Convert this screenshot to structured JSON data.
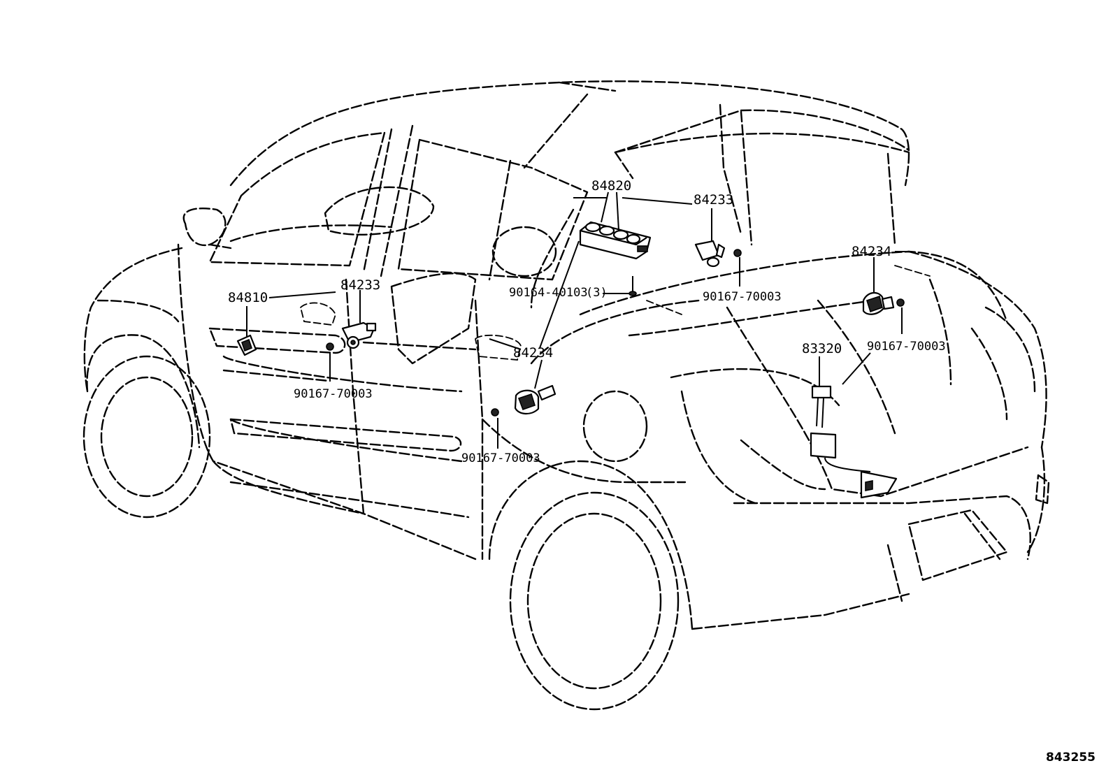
{
  "callouts": {
    "switch_assembly": "84820",
    "rear_switch": "84233",
    "rear_right_switch": "84234",
    "front_left_switch": "84810",
    "front_door_switch": "84233",
    "rear_door_switch": "84234",
    "outlet_unit": "83320",
    "screw_switch_assembly": "90164-40103",
    "screw_switch_assembly_qty": "(3)",
    "screw_rear": "90167-70003",
    "screw_right": "90167-70003",
    "screw_front": "90167-70003",
    "screw_door": "90167-70003"
  },
  "diagram_code": "843255"
}
